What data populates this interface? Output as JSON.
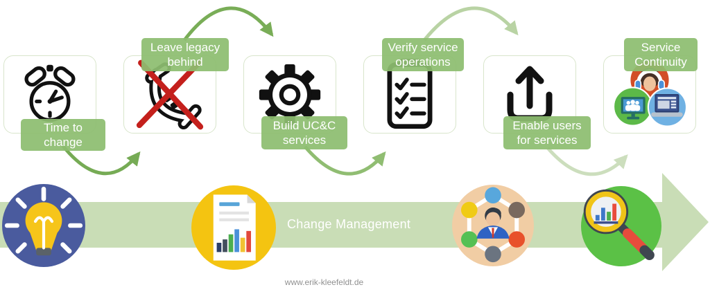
{
  "steps": [
    {
      "label": "Time to change",
      "icon": "alarm-clock-icon",
      "label_position": "bottom"
    },
    {
      "label": "Leave legacy behind",
      "icon": "crossed-phone-icon",
      "label_position": "top"
    },
    {
      "label": "Build UC&C services",
      "icon": "gear-icon",
      "label_position": "bottom"
    },
    {
      "label": "Verify service operations",
      "icon": "checklist-icon",
      "label_position": "top"
    },
    {
      "label": "Enable users for services",
      "icon": "upload-icon",
      "label_position": "bottom"
    },
    {
      "label": "Service Continuity",
      "icon": "service-continuity-icon",
      "label_position": "top"
    }
  ],
  "banner": {
    "title": "Change Management",
    "icons": [
      "idea-lightbulb-icon",
      "report-chart-icon",
      "team-network-icon",
      "analysis-magnifier-icon"
    ]
  },
  "footer": {
    "url": "www.erik-kleefeldt.de"
  },
  "colors": {
    "badge_green": "#8dbd70",
    "band_green": "#c9ddb6",
    "arrow_green_dark": "#76ab55",
    "arrow_green_medium": "#90bd72",
    "arrow_green_pale": "#ccdebd",
    "cross_red": "#c4201c",
    "idea_circle_blue": "#4a5b9e",
    "report_circle_yellow": "#f4c411",
    "network_circle_peach": "#f1cda4",
    "analysis_circle_green": "#5bc146"
  }
}
